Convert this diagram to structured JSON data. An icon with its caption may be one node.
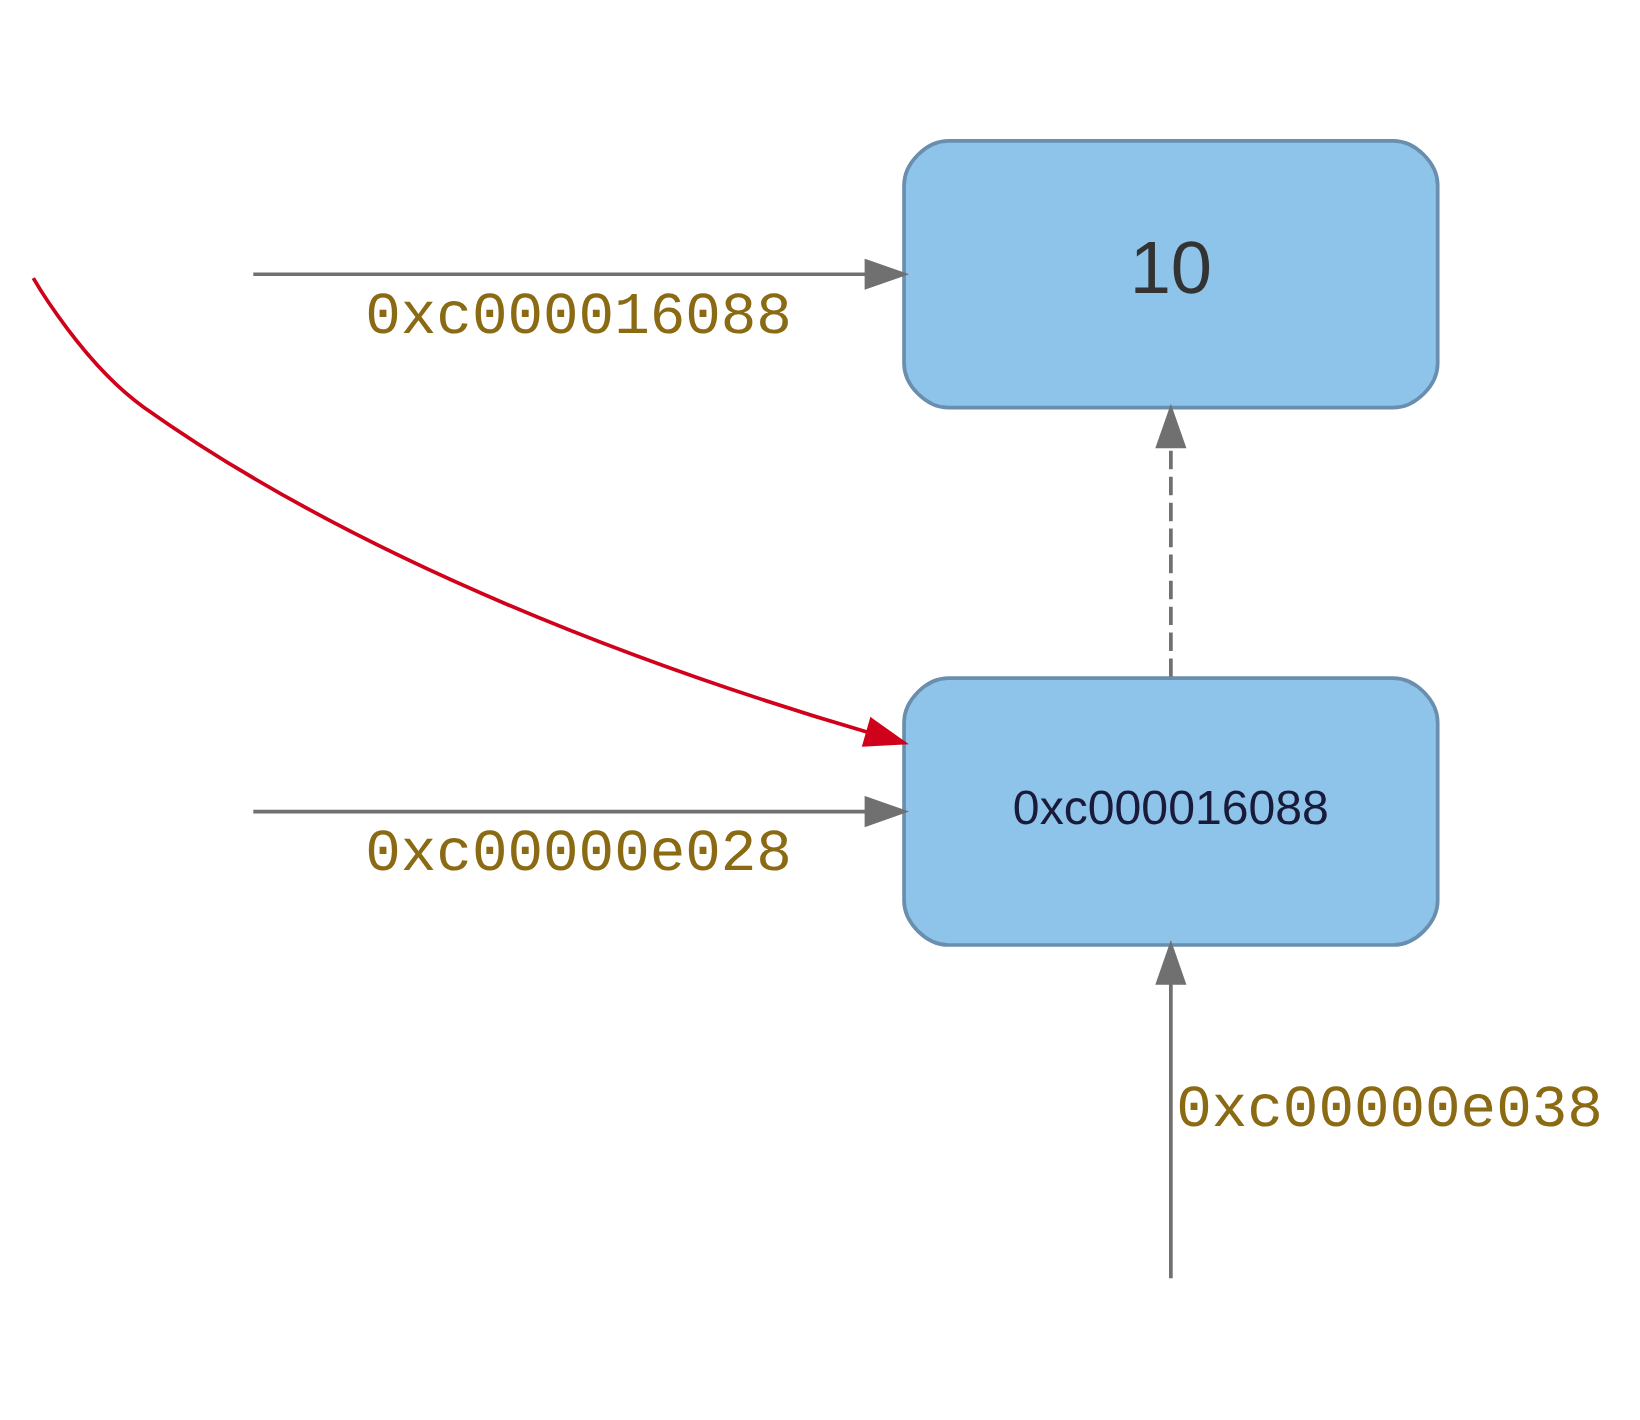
{
  "diagram": {
    "nodes": [
      {
        "text": [
          "10"
        ]
      },
      {
        "text": [
          "0xc000016088"
        ]
      }
    ],
    "edges": [
      {
        "from": null,
        "to": 0,
        "arrow": "to",
        "label": "0xc000016088"
      },
      {
        "from": null,
        "to": 1,
        "arrow": "to",
        "color": "#d0021b"
      },
      {
        "from": null,
        "to": 1,
        "arrow": "to",
        "label": "0xc00000e028"
      },
      {
        "from": 1,
        "to": 0,
        "arrow": "to",
        "style": "dashed"
      },
      {
        "from": null,
        "to": 1,
        "arrow": "to",
        "label": "0xc00000e038"
      }
    ]
  }
}
